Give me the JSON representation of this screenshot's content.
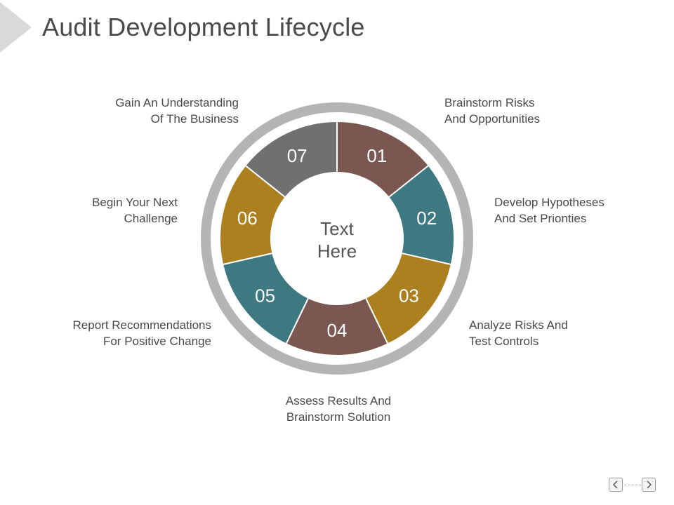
{
  "title": "Audit Development Lifecycle",
  "center": {
    "line1": "Text",
    "line2": "Here"
  },
  "colors": {
    "brown": "#7b5751",
    "teal": "#3e7880",
    "gold": "#ad801f",
    "gray": "#707070",
    "ring": "#b4b4b4"
  },
  "steps": [
    {
      "number": "01",
      "color": "#7b5751",
      "label_line1": "Brainstorm Risks",
      "label_line2": "And Opportunities"
    },
    {
      "number": "02",
      "color": "#3e7880",
      "label_line1": "Develop Hypotheses",
      "label_line2": "And Set Prionties"
    },
    {
      "number": "03",
      "color": "#ad801f",
      "label_line1": "Analyze Risks And",
      "label_line2": "Test Controls"
    },
    {
      "number": "04",
      "color": "#7b5751",
      "label_line1": "Assess Results And",
      "label_line2": "Brainstorm Solution"
    },
    {
      "number": "05",
      "color": "#3e7880",
      "label_line1": "Report Recommendations",
      "label_line2": "For Positive Change"
    },
    {
      "number": "06",
      "color": "#ad801f",
      "label_line1": "Begin Your Next",
      "label_line2": "Challenge"
    },
    {
      "number": "07",
      "color": "#707070",
      "label_line1": "Gain An Understanding",
      "label_line2": "Of The Business"
    }
  ],
  "icons": {
    "prev": "chevron-left-icon",
    "next": "chevron-right-icon"
  }
}
